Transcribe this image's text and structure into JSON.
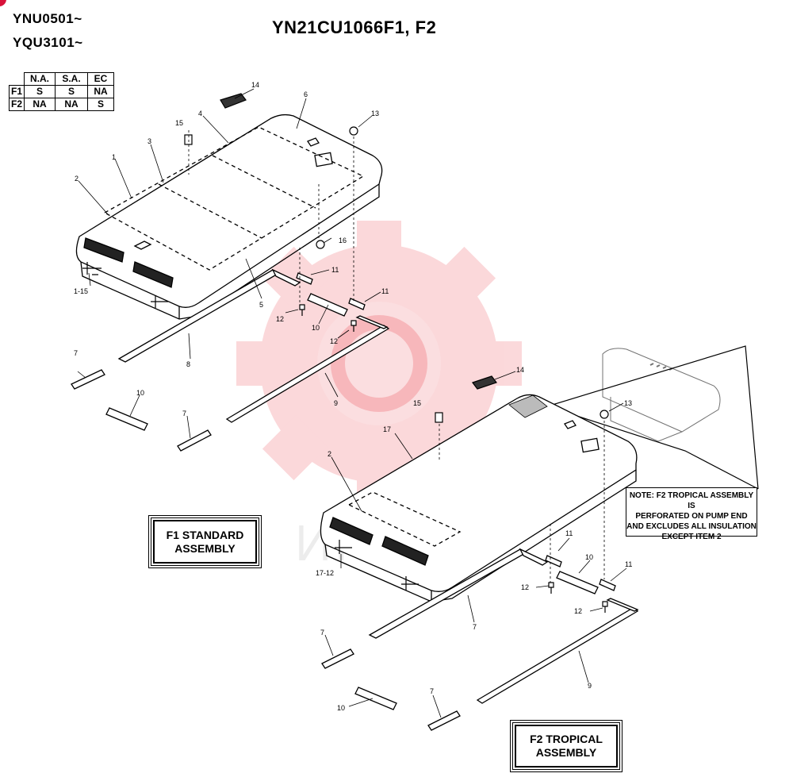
{
  "header": {
    "serial_1": "YNU0501~",
    "serial_2": "YQU3101~",
    "title": "YN21CU1066F1, F2"
  },
  "availability_table": {
    "columns": [
      "N.A.",
      "S.A.",
      "EC"
    ],
    "rows": [
      {
        "label": "F1",
        "values": [
          "S",
          "S",
          "NA"
        ]
      },
      {
        "label": "F2",
        "values": [
          "NA",
          "NA",
          "S"
        ]
      }
    ]
  },
  "f1_assembly": {
    "label_line1": "F1 STANDARD",
    "label_line2": "ASSEMBLY",
    "callouts": [
      "14",
      "6",
      "13",
      "15",
      "4",
      "3",
      "1",
      "2",
      "16",
      "11",
      "1-15",
      "5",
      "11",
      "12",
      "10",
      "12",
      "8",
      "7",
      "9",
      "10",
      "7"
    ]
  },
  "f2_assembly": {
    "label_line1": "F2 TROPICAL",
    "label_line2": "ASSEMBLY",
    "callouts": [
      "14",
      "13",
      "15",
      "17",
      "2",
      "17-12",
      "11",
      "10",
      "11",
      "12",
      "12",
      "7",
      "7",
      "9",
      "10",
      "7"
    ]
  },
  "note": {
    "line1": "NOTE: F2 TROPICAL ASSEMBLY IS",
    "line2": "PERFORATED ON PUMP END",
    "line3": "AND EXCLUDES ALL INSULATION",
    "line4": "EXCEPT  ITEM  2"
  },
  "watermark": {
    "text": "ИНТЕХ",
    "color": "#e8121f"
  }
}
